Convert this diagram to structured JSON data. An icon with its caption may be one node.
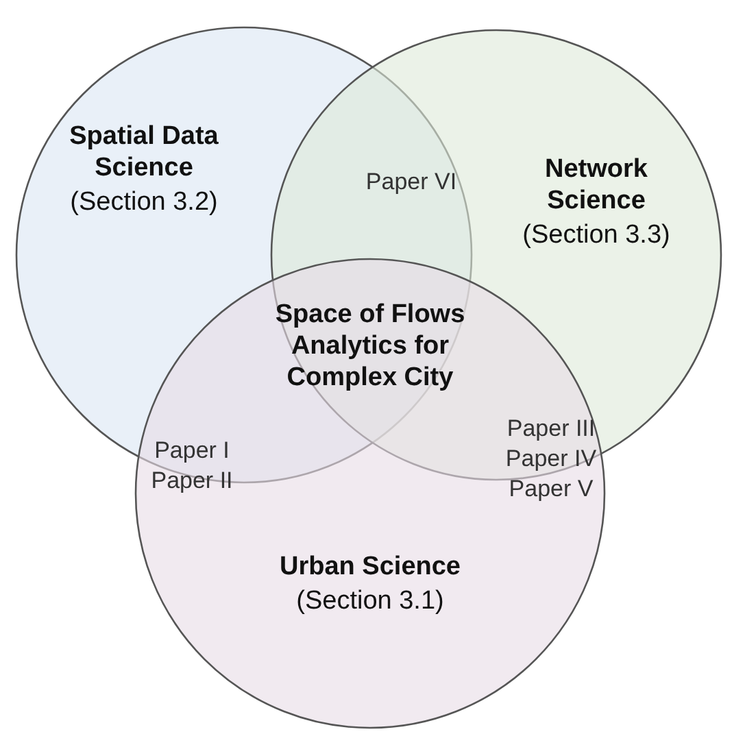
{
  "diagram": {
    "nodes": [
      {
        "text": [
          "Spatial Data Science",
          "(Section 3.2)"
        ]
      },
      {
        "text": [
          "Network Science",
          "(Section 3.3)"
        ]
      },
      {
        "text": [
          "Urban Science",
          "(Section 3.1)"
        ]
      }
    ],
    "edges": [],
    "labels": [
      "Paper VI",
      "Space of Flows Analytics for Complex City",
      "Paper I",
      "Paper II",
      "Paper III",
      "Paper IV",
      "Paper V"
    ]
  }
}
